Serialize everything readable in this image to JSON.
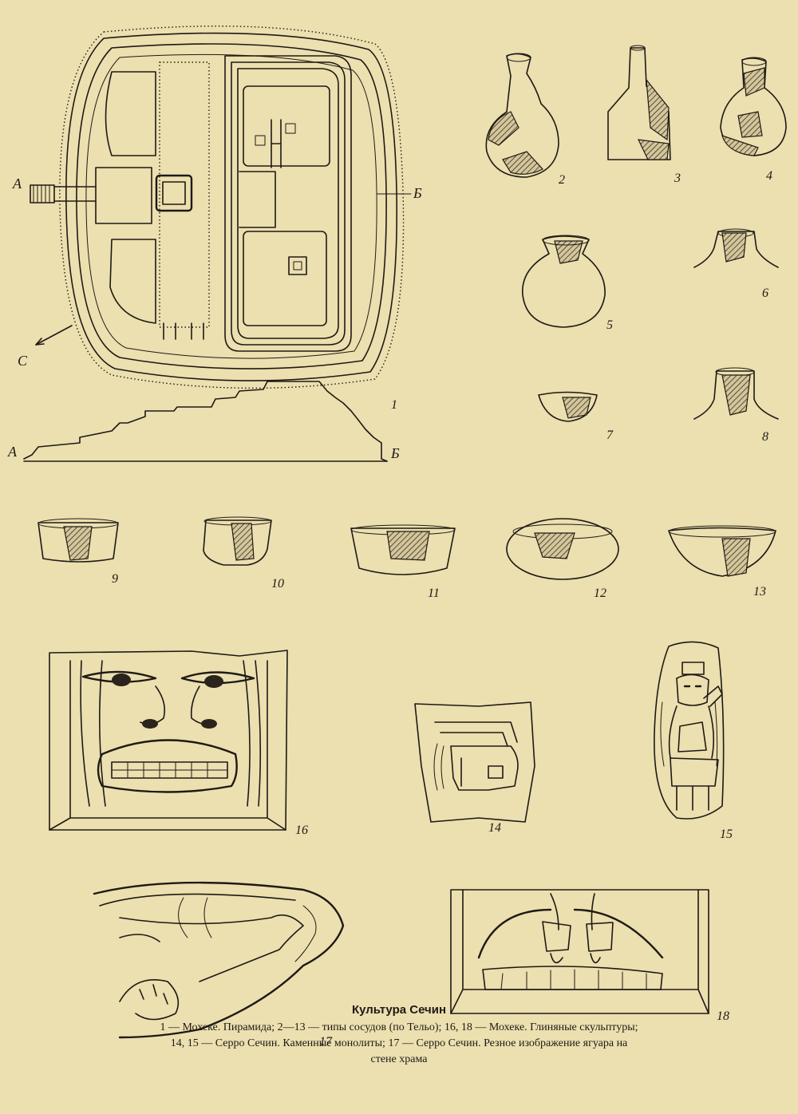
{
  "plan": {
    "section_start": "А",
    "section_end": "Б",
    "north_label": "С"
  },
  "figure_numbers": [
    "1",
    "2",
    "3",
    "4",
    "5",
    "6",
    "7",
    "8",
    "9",
    "10",
    "11",
    "12",
    "13",
    "14",
    "15",
    "16",
    "17",
    "18"
  ],
  "caption": {
    "title": "Культура Сечин",
    "line1": "1 — Мохеке. Пирамида; 2—13 — типы сосудов (по Тельо); 16, 18 — Мохеке. Глиняные скульптуры;",
    "line2": "14, 15 — Серро Сечин. Каменные монолиты; 17 — Серро Сечин. Резное изображение ягуара на",
    "line3": "стене храма"
  }
}
